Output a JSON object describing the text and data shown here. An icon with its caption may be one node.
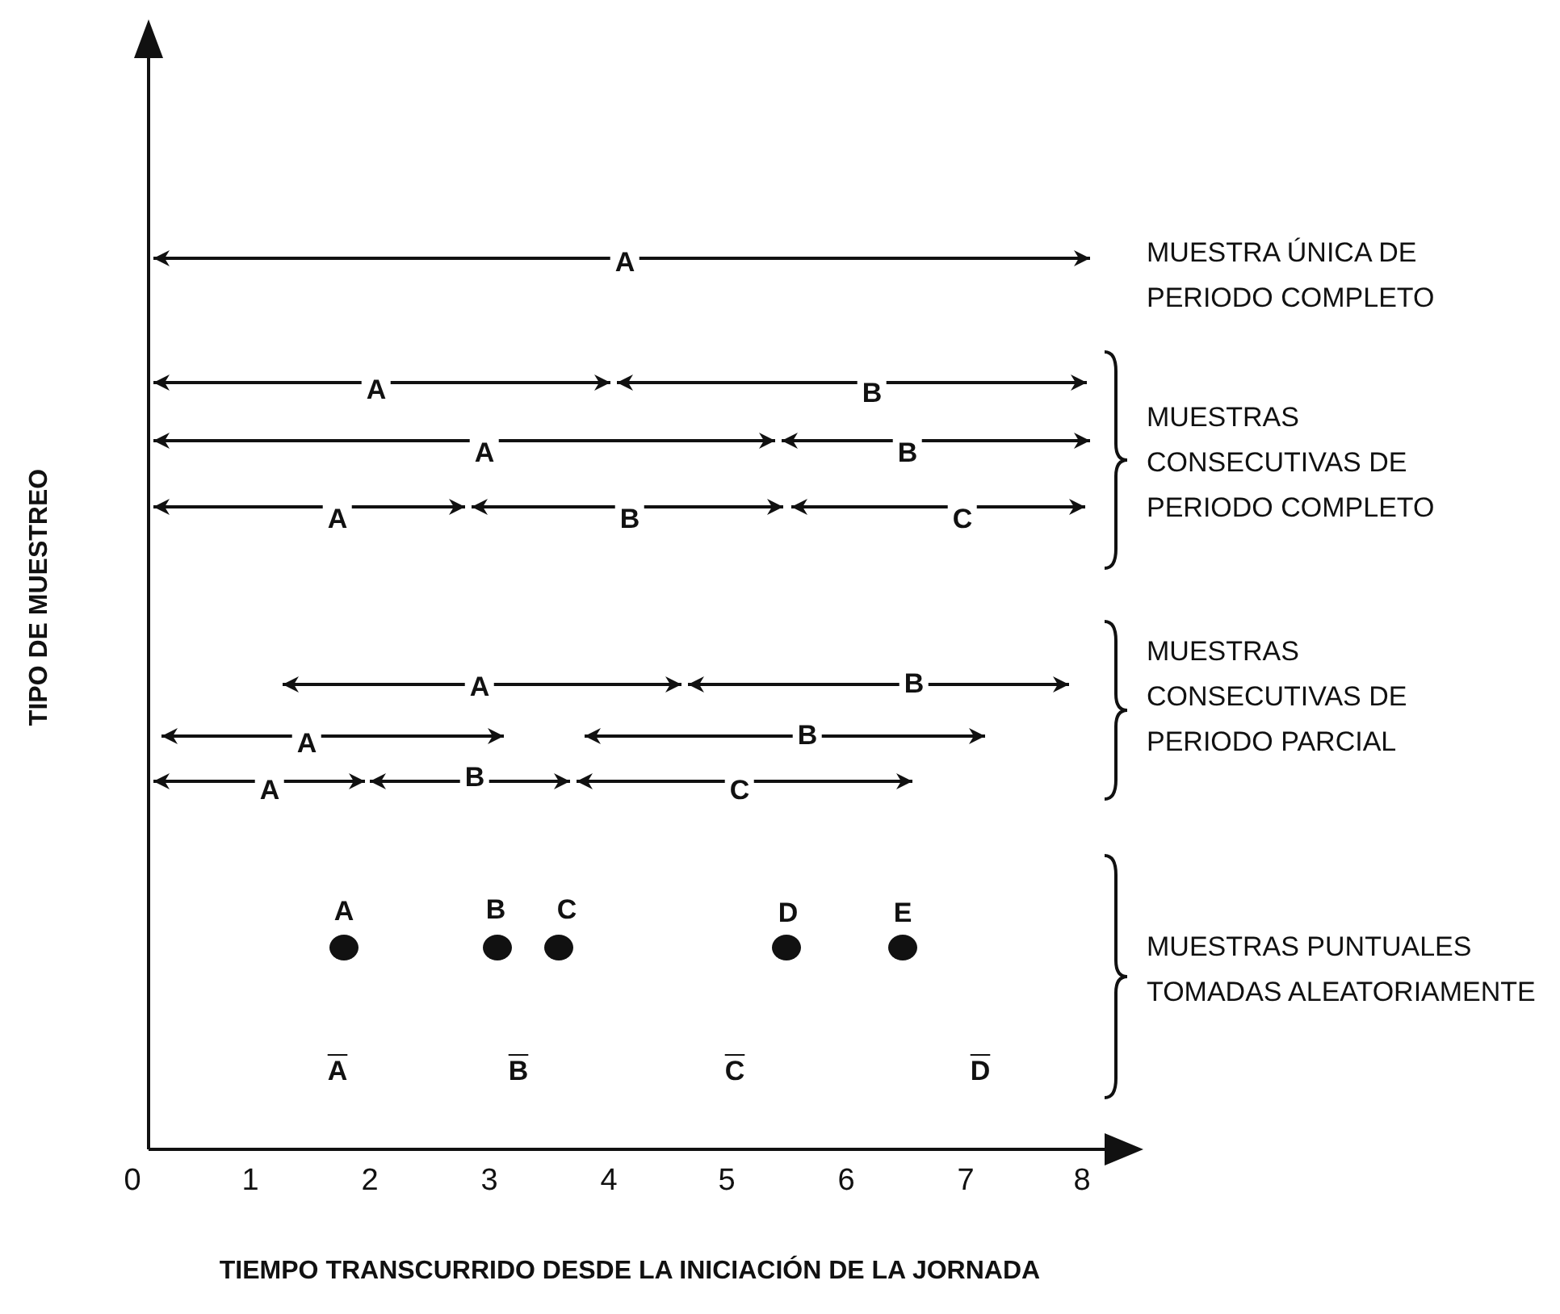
{
  "diagram": {
    "labels": [
      "TIPO DE MUESTREO",
      "A",
      "MUESTRA ÚNICA DE PERIODO COMPLETO",
      "A",
      "B",
      "MUESTRAS CONSECUTIVAS DE PERIODO COMPLETO",
      "A",
      "B",
      "A",
      "B",
      "C",
      "MUESTRAS CONSECUTIVAS DE PERIODO PARCIAL",
      "A",
      "B",
      "A",
      "B",
      "A",
      "B",
      "C",
      "A",
      "B",
      "C",
      "D",
      "E",
      "MUESTRAS PUNTUALES TOMADAS ALEATORIAMENTE",
      "A",
      "B",
      "C",
      "D",
      "0",
      "1",
      "2",
      "3",
      "4",
      "5",
      "6",
      "7",
      "8",
      "TIEMPO TRANSCURRIDO DESDE LA INICIACIÓN DE LA JORNADA"
    ]
  }
}
